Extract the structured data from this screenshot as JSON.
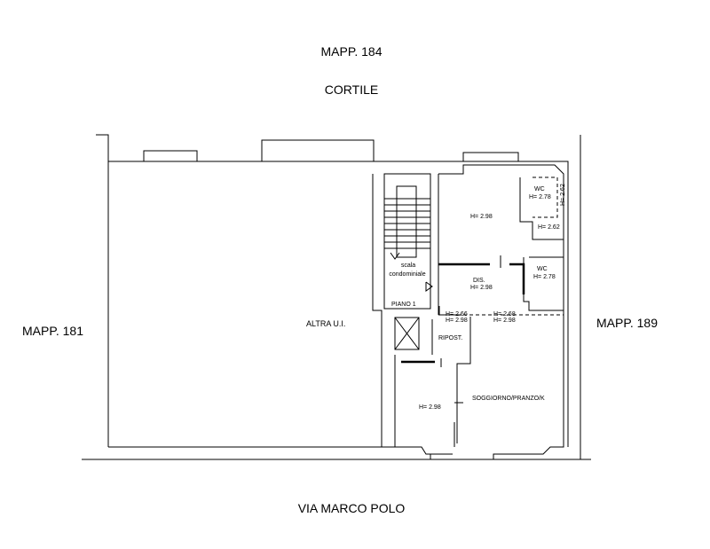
{
  "labels": {
    "north": "MAPP. 184",
    "courtyard": "CORTILE",
    "west": "MAPP. 181",
    "east": "MAPP. 189",
    "street": "VIA MARCO POLO",
    "other_unit": "ALTRA U.I.",
    "stair_1": "scala",
    "stair_2": "condominiale",
    "floor": "PIANO 1"
  },
  "rooms": {
    "bedroom_h": "H= 2.98",
    "wc1": "WC",
    "wc1_h": "H= 2.78",
    "wc1_side_h": "H= 2.62",
    "wc1_sub_h": "H= 2.62",
    "wc2": "WC",
    "wc2_h": "H= 2.78",
    "dis": "DIS.",
    "dis_h": "H= 2.98",
    "pass_h1a": "H= 2.66",
    "pass_h1b": "H= 2.98",
    "pass_h2a": "H= 2.68",
    "pass_h2b": "H= 2.98",
    "ripost": "RIPOST.",
    "living": "SOGGIORNO/PRANZO/K",
    "living_h": "H= 2.98"
  }
}
